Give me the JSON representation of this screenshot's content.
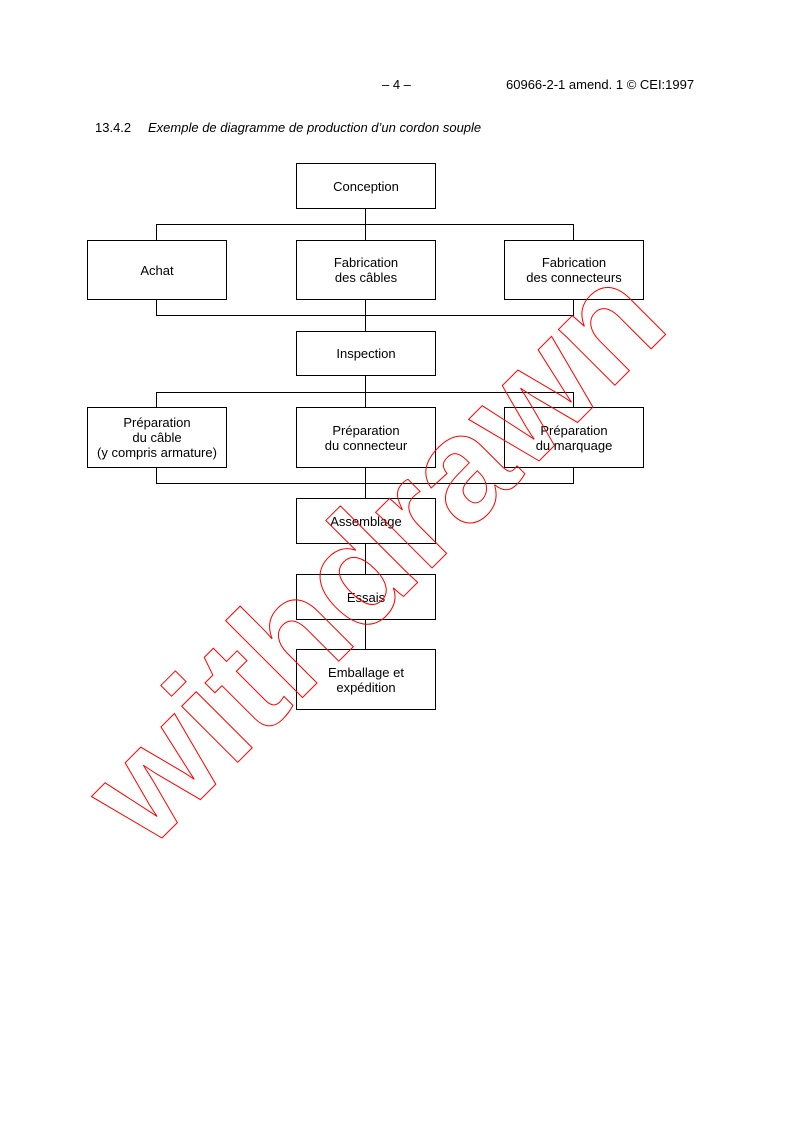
{
  "header": {
    "page_number": "– 4 –",
    "doc_ref": "60966-2-1 amend. 1 © CEI:1997"
  },
  "section": {
    "number": "13.4.2",
    "title": "Exemple de diagramme de production d’un cordon souple"
  },
  "diagram": {
    "conception": "Conception",
    "row1": [
      "Achat",
      "Fabrication\ndes câbles",
      "Fabrication\ndes connecteurs"
    ],
    "inspection": "Inspection",
    "row2": [
      "Préparation\ndu câble\n(y compris armature)",
      "Préparation\ndu connecteur",
      "Préparation\ndu marquage"
    ],
    "assemblage": "Assemblage",
    "essais": "Essais",
    "emballage": "Emballage et\nexpédition"
  },
  "watermark": {
    "text": "withdrawn",
    "color": "#ff0000"
  }
}
